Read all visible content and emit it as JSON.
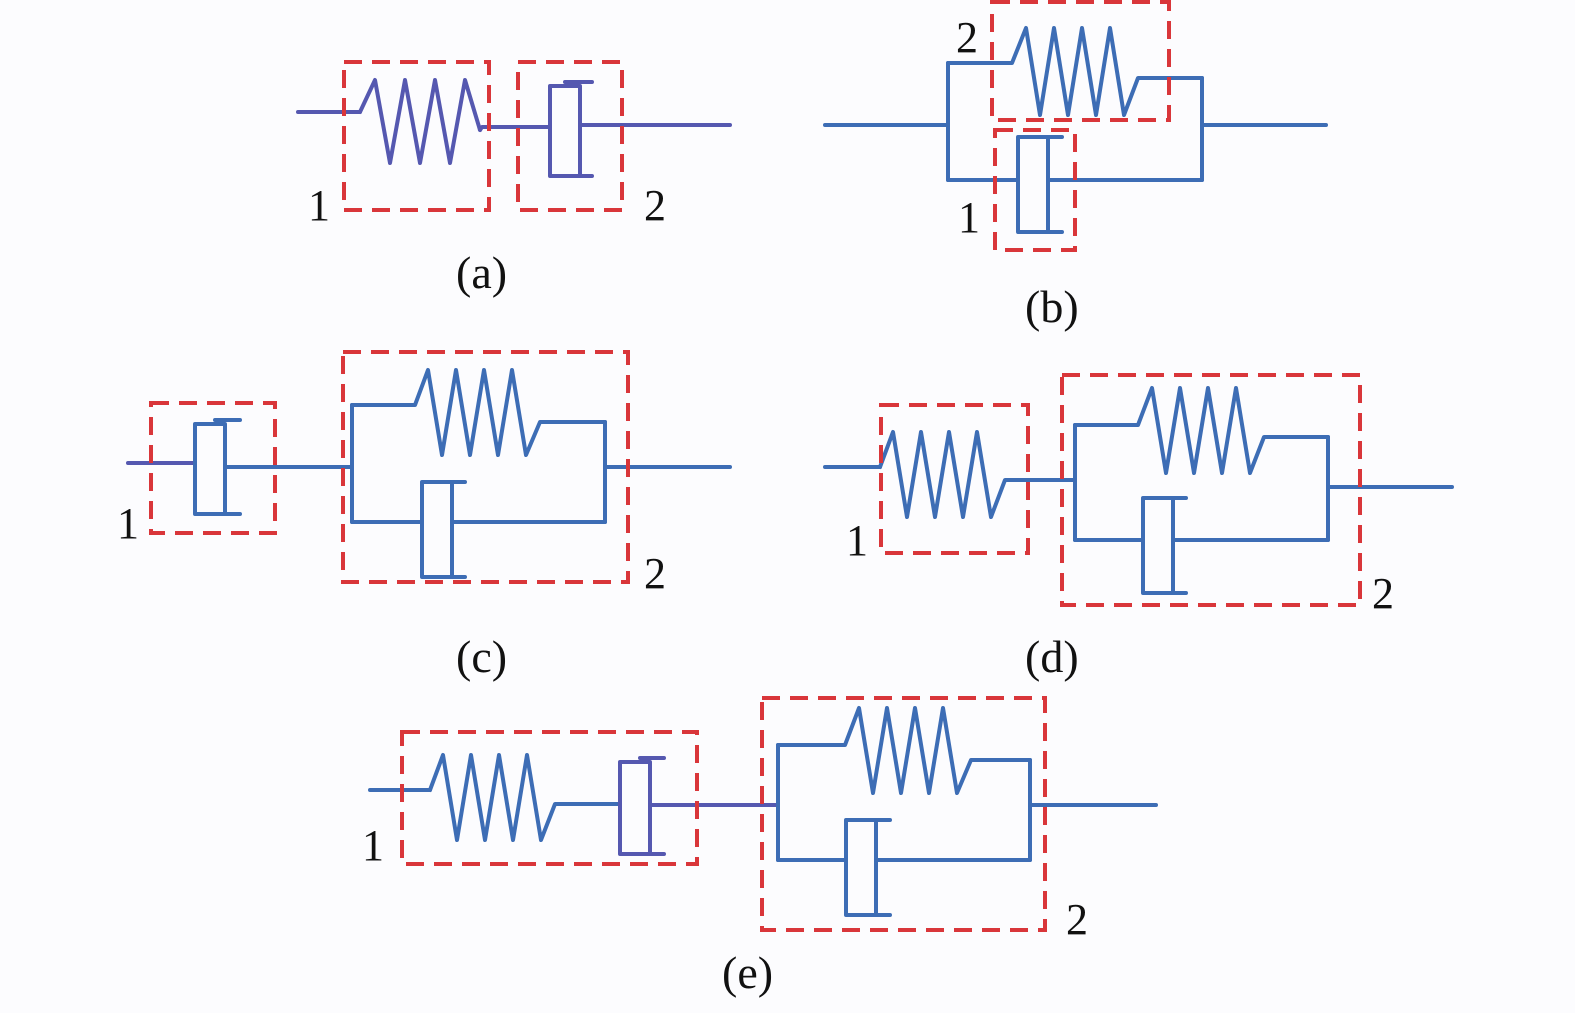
{
  "figure": {
    "panels": [
      {
        "id": "a",
        "caption": "(a)",
        "box_labels": [
          "1",
          "2"
        ]
      },
      {
        "id": "b",
        "caption": "(b)",
        "box_labels": [
          "1",
          "2"
        ]
      },
      {
        "id": "c",
        "caption": "(c)",
        "box_labels": [
          "1",
          "2"
        ]
      },
      {
        "id": "d",
        "caption": "(d)",
        "box_labels": [
          "1",
          "2"
        ]
      },
      {
        "id": "e",
        "caption": "(e)",
        "box_labels": [
          "1",
          "2"
        ]
      }
    ],
    "colors": {
      "element_stroke": "#3d6db5",
      "element_stroke_alt": "#5558b0",
      "box_stroke": "#d9363a",
      "text": "#111111"
    }
  }
}
